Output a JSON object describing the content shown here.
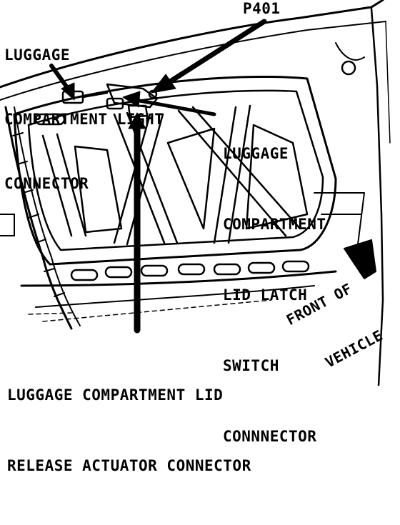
{
  "labels": {
    "light_connector": [
      "LUGGAGE",
      "COMPARTMENT LIGHT",
      "CONNECTOR"
    ],
    "p401": "P401",
    "latch_switch_connector": [
      "LUGGAGE",
      "COMPARTMENT",
      "LID LATCH",
      "SWITCH",
      "CONNNECTOR"
    ],
    "release_actuator_connector": [
      "LUGGAGE COMPARTMENT LID",
      "RELEASE ACTUATOR CONNECTOR"
    ],
    "front_of_vehicle": [
      "FRONT OF",
      "VEHICLE"
    ]
  },
  "colors": {
    "ink": "#000000",
    "paper": "#ffffff"
  }
}
